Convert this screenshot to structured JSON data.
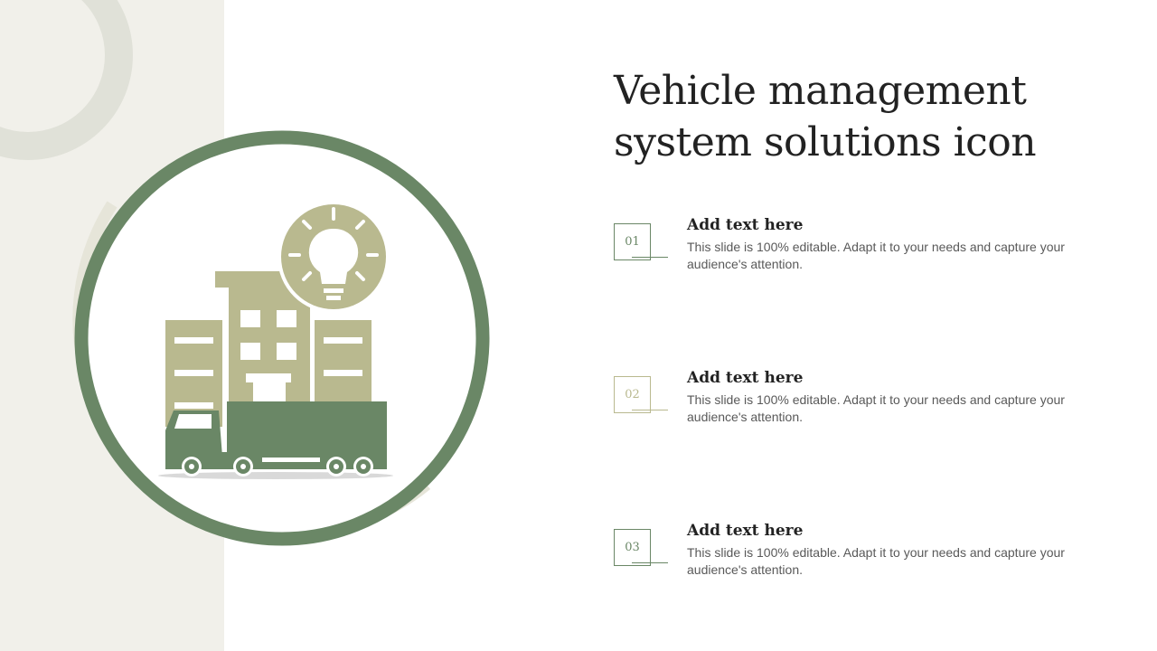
{
  "slide": {
    "title_line1": "Vehicle management",
    "title_line2": "system solutions icon"
  },
  "items": [
    {
      "number": "01",
      "heading": "Add text here",
      "body": "This slide is 100% editable. Adapt it to your needs and capture your audience's attention."
    },
    {
      "number": "02",
      "heading": "Add text here",
      "body": "This slide is 100% editable. Adapt it to your needs and capture your audience's attention."
    },
    {
      "number": "03",
      "heading": "Add text here",
      "body": "This slide is 100% editable. Adapt it to your needs and capture your audience's attention."
    }
  ],
  "colors": {
    "primary_green": "#6a8766",
    "khaki": "#b9b98f",
    "panel_beige": "#f1f0ea",
    "title_text": "#222222",
    "body_text": "#595959"
  },
  "icons": {
    "main_illustration": "buildings-truck-lightbulb-icon"
  }
}
